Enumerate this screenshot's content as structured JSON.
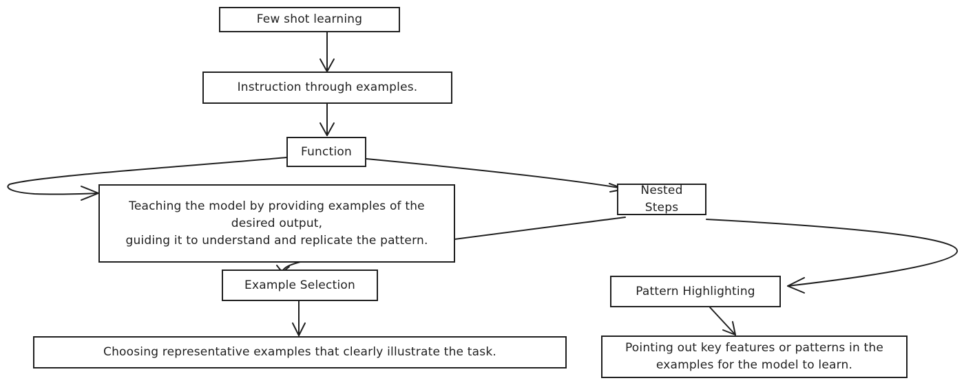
{
  "diagram": {
    "nodes": {
      "few_shot": {
        "text": "Few shot learning"
      },
      "instruction": {
        "text": "Instruction through examples."
      },
      "function": {
        "text": "Function"
      },
      "teaching": {
        "text": "Teaching the model by providing examples of the desired output,\nguiding it to understand and replicate the pattern."
      },
      "nested_steps": {
        "text": "Nested Steps"
      },
      "example_selection": {
        "text": "Example Selection"
      },
      "choosing": {
        "text": "Choosing representative examples that clearly illustrate the task."
      },
      "pattern_highlighting": {
        "text": "Pattern Highlighting"
      },
      "pointing_out": {
        "text": "Pointing out key features or patterns in the examples for the model to learn."
      }
    },
    "colors": {
      "stroke": "#1e1e1e",
      "background": "#ffffff"
    }
  }
}
